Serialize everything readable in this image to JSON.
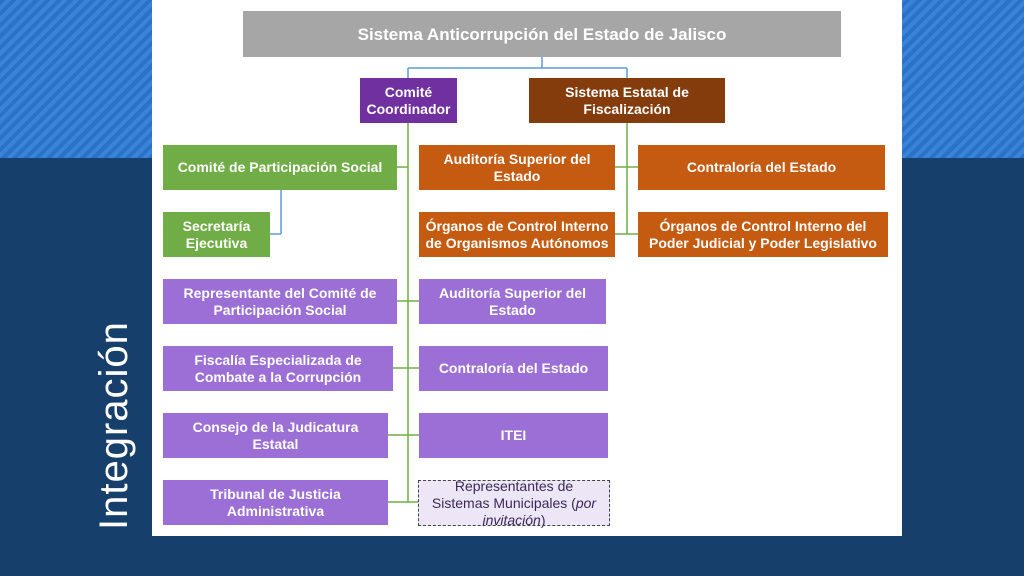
{
  "slide": {
    "side_title": "Integración"
  },
  "org_chart": {
    "root": "Sistema Anticorrupción del Estado de Jalisco",
    "comite_coordinador": "Comité Coordinador",
    "sistema_fiscalizacion": "Sistema Estatal de Fiscalización",
    "left_column": [
      "Comité de Participación Social",
      "Secretaría Ejecutiva",
      "Representante del Comité de Participación Social",
      "Fiscalía Especializada de Combate a la Corrupción",
      "Consejo de la Judicatura Estatal",
      "Tribunal de Justicia Administrativa"
    ],
    "middle_column": [
      "Auditoría Superior del Estado",
      "Órganos de Control Interno de Organismos Autónomos",
      "Auditoría Superior del Estado",
      "Contraloría del Estado",
      "ITEI"
    ],
    "municipal": {
      "prefix": "Representantes de Sistemas Municipales (",
      "emphasis": "por invitación",
      "suffix": ")"
    },
    "right_column": [
      "Contraloría del Estado",
      "Órganos de Control Interno del Poder Judicial y Poder Legislativo"
    ],
    "colors": {
      "root": "#a6a6a6",
      "comite": "#7030a0",
      "fiscalizacion": "#843c0c",
      "participacion": "#70ad47",
      "fiscalizacion_members": "#c55a11",
      "comite_members": "#9b6fd6"
    }
  }
}
